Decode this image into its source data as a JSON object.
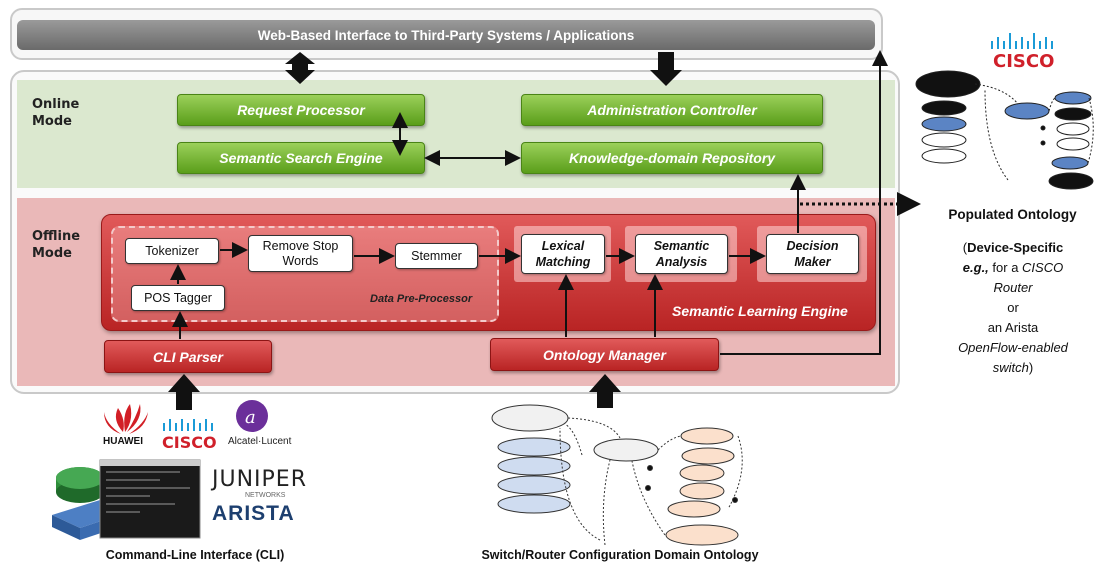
{
  "top_bar": {
    "label": "Web-Based Interface to Third-Party Systems / Applications"
  },
  "modes": {
    "online": [
      "Online",
      "Mode"
    ],
    "offline": [
      "Offline",
      "Mode"
    ]
  },
  "online_components": {
    "request_processor": "Request Processor",
    "administration_controller": "Administration Controller",
    "semantic_search_engine": "Semantic Search Engine",
    "knowledge_repository": "Knowledge-domain Repository"
  },
  "offline_components": {
    "tokenizer": "Tokenizer",
    "remove_stop_words": [
      "Remove Stop",
      "Words"
    ],
    "stemmer": "Stemmer",
    "pos_tagger": "POS Tagger",
    "data_preprocessor": "Data Pre-Processor",
    "lexical_matching": [
      "Lexical",
      "Matching"
    ],
    "semantic_analysis": [
      "Semantic",
      "Analysis"
    ],
    "decision_maker": [
      "Decision",
      "Maker"
    ],
    "semantic_learning_engine": "Semantic Learning Engine",
    "cli_parser": "CLI Parser",
    "ontology_manager": "Ontology Manager"
  },
  "right_panel": {
    "logo": "CISCO",
    "title": "Populated Ontology",
    "line_device": "Device-Specific",
    "line_eg": "e.g.,",
    "line_for": " for a ",
    "line_cisco": "CISCO",
    "line_router": "Router",
    "line_or": "or",
    "line_arista": "an Arista",
    "line_openflow": "OpenFlow-enabled",
    "line_switch": "switch"
  },
  "vendors": {
    "huawei": "HUAWEI",
    "cisco": "CISCO",
    "alcatel": "Alcatel·Lucent",
    "juniper": "JUNIPER",
    "juniper_sub": "NETWORKS",
    "arista": "ARISTA"
  },
  "captions": {
    "cli": "Command-Line Interface (CLI)",
    "domain_ontology": "Switch/Router Configuration Domain Ontology"
  },
  "colors": {
    "online_bg": "#dbe8cf",
    "offline_bg": "#eab8b8",
    "green_button": "#6aae22",
    "red_button": "#c83030",
    "ontology_blue": "#5b84c4",
    "ontology_peach": "#fbe0cc"
  }
}
